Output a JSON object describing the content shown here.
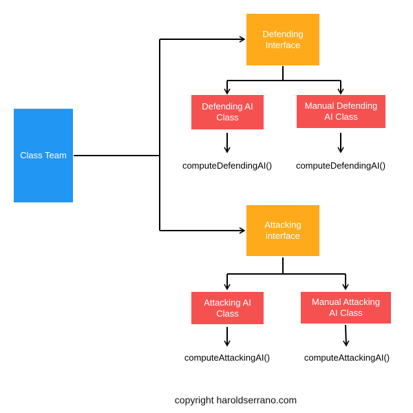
{
  "team": {
    "label": "Class Team"
  },
  "defending": {
    "interface_label": "Defending\nInterface",
    "ai_class_label": "Defending AI\nClass",
    "manual_class_label": "Manual Defending\nAI Class",
    "ai_method": "computeDefendingAI()",
    "manual_method": "computeDefendingAI()"
  },
  "attacking": {
    "interface_label": "Attacking\ninterface",
    "ai_class_label": "Attacking AI\nClass",
    "manual_class_label": "Manual Attacking\nAI Class",
    "ai_method": "computeAttackingAI()",
    "manual_method": "computeAttackingAI()"
  },
  "footer": {
    "copyright": "copyright haroldserrano.com"
  },
  "colors": {
    "team_box": "#2196f3",
    "interface_box": "#ffaa1a",
    "class_box": "#f65151",
    "line": "#000000"
  }
}
